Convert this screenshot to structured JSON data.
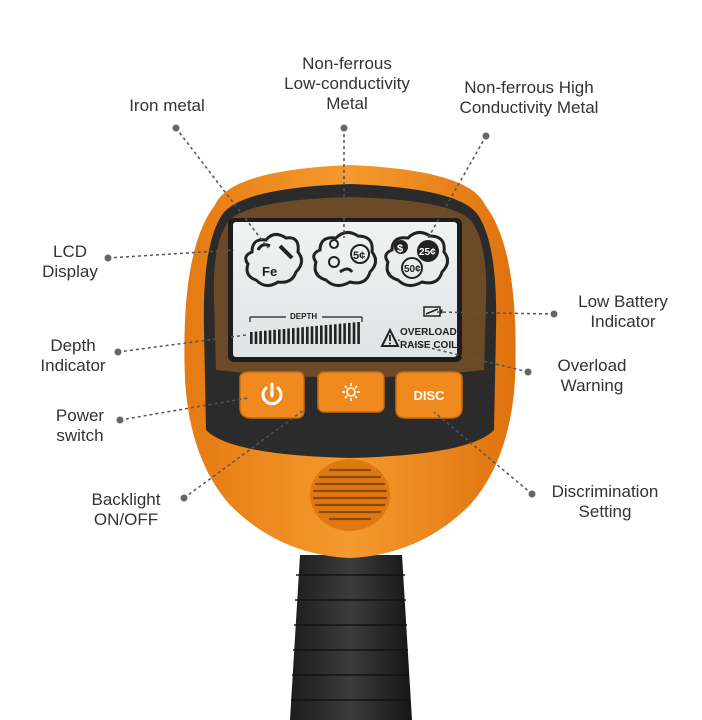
{
  "callouts": {
    "iron_metal": [
      "Iron metal"
    ],
    "non_ferrous_low": [
      "Non-ferrous",
      "Low-conductivity",
      "Metal"
    ],
    "non_ferrous_high": [
      "Non-ferrous High",
      "Conductivity Metal"
    ],
    "lcd_display": [
      "LCD",
      "Display"
    ],
    "depth_indicator": [
      "Depth",
      "Indicator"
    ],
    "power_switch": [
      "Power",
      "switch"
    ],
    "backlight": [
      "Backlight",
      "ON/OFF"
    ],
    "low_battery": [
      "Low Battery",
      "Indicator"
    ],
    "overload_warning": [
      "Overload",
      "Warning"
    ],
    "discrimination": [
      "Discrimination",
      "Setting"
    ]
  },
  "lcd": {
    "fe_symbol": "Fe",
    "coin_5": "5¢",
    "coin_25": "25¢",
    "coin_50": "50¢",
    "dollar": "$",
    "depth_label": "DEPTH",
    "overload_line1": "OVERLOAD",
    "overload_line2": "RAISE COIL"
  },
  "buttons": {
    "disc": "DISC"
  },
  "depth_bar_level": 1.0,
  "colors": {
    "body_orange": "#f28a1e",
    "body_dark": "#2b2b2b",
    "lcd_bg": "#e9ecec",
    "leader_line": "#555555"
  }
}
